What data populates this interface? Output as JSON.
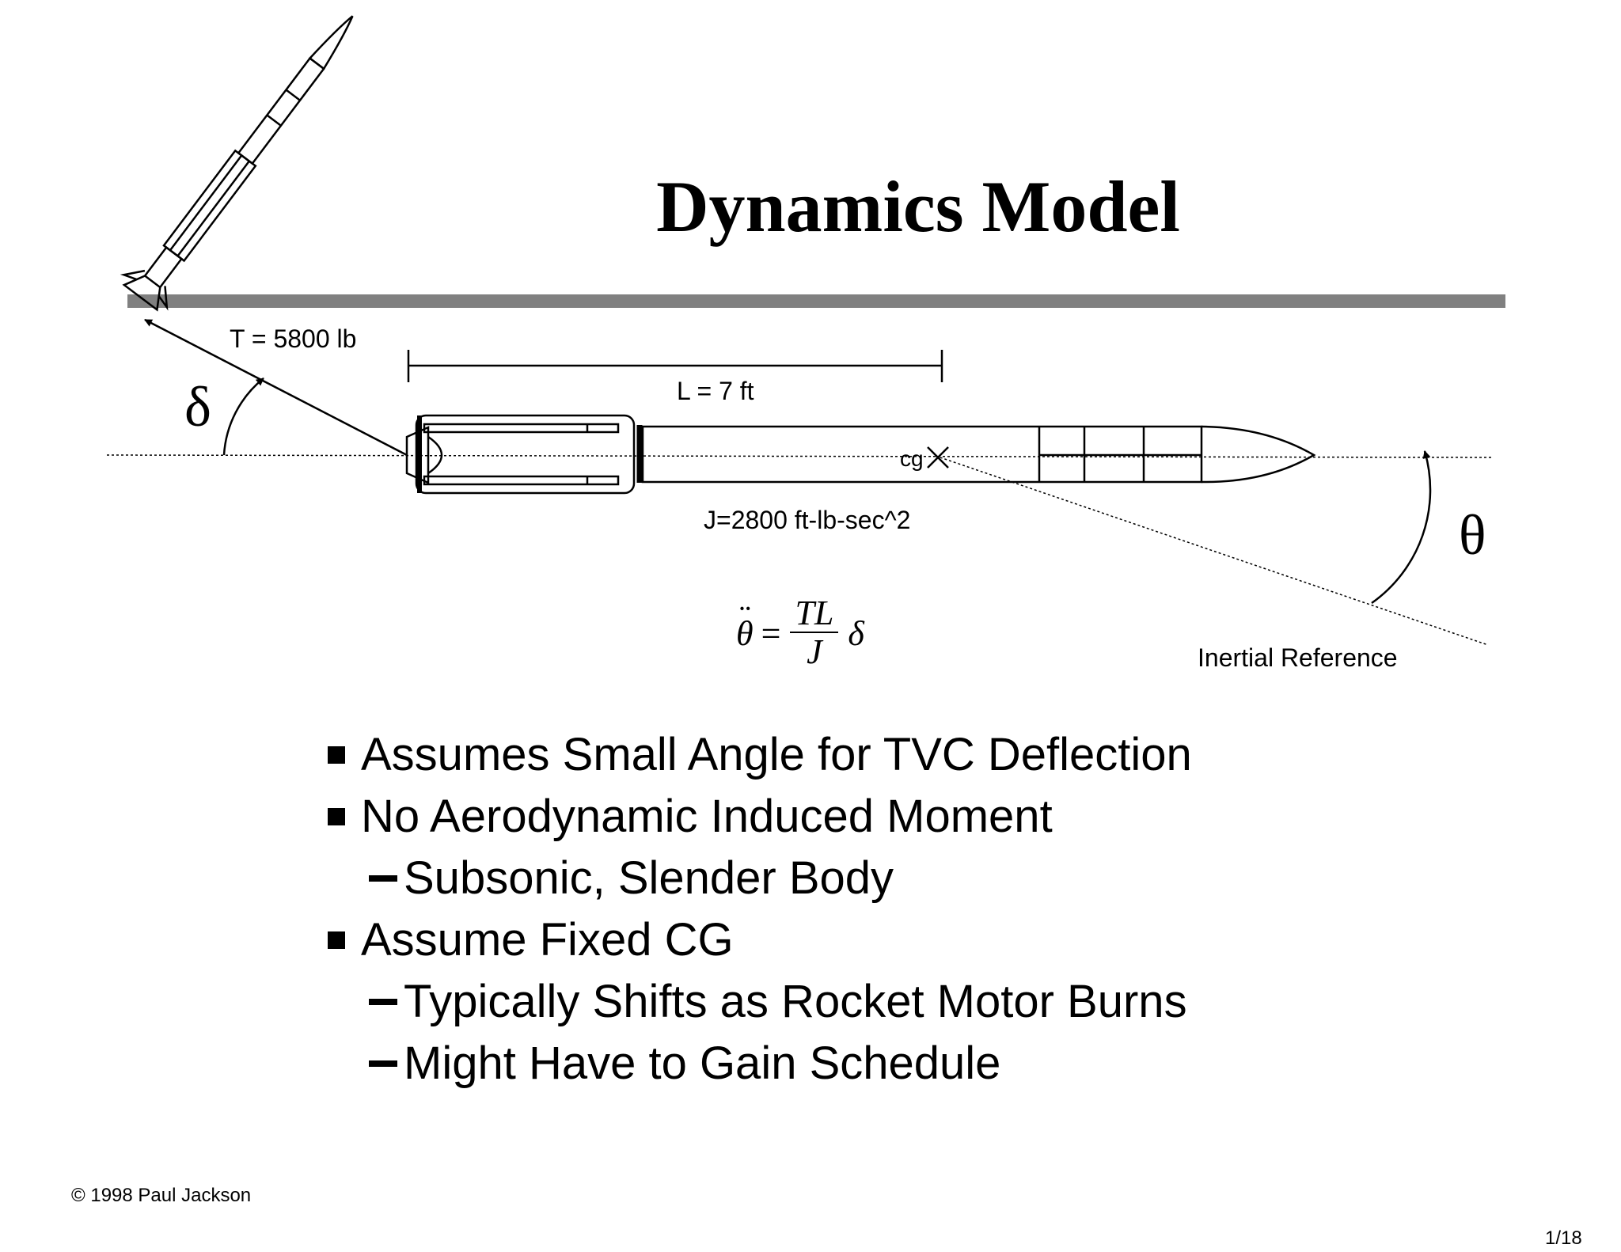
{
  "slide": {
    "title": "Dynamics Model",
    "labels": {
      "thrust": "T = 5800 lb",
      "length": "L = 7 ft",
      "cg": "cg",
      "inertia": "J=2800 ft-lb-sec^2",
      "inertial_reference": "Inertial Reference",
      "delta": "δ",
      "theta": "θ"
    },
    "equation": {
      "lhs": "θ",
      "equals": "=",
      "numerator": "TL",
      "denominator": "J",
      "rhs": "δ"
    },
    "bullets": [
      "Assumes Small Angle for TVC Deflection",
      "No Aerodynamic Induced Moment",
      "Subsonic, Slender Body",
      "Assume Fixed CG",
      "Typically Shifts as Rocket Motor Burns",
      "Might Have to Gain Schedule"
    ],
    "footer": {
      "copyright": "© 1998 Paul Jackson",
      "page": "1/18"
    }
  },
  "colors": {
    "rule": "#808080",
    "ink": "#000000",
    "background": "#ffffff"
  },
  "icons": [
    "rocket-icon",
    "cg-marker-icon"
  ]
}
